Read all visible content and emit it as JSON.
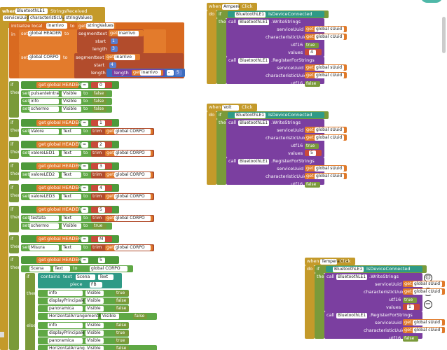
{
  "ev1": {
    "when": "when",
    "comp": "BluetoothLE1",
    "event": "StringsReceived",
    "p1": "serviceUuid",
    "p2": "characteristicUuid",
    "p3": "stringValues",
    "do": "do",
    "init": "initialize local",
    "var": "inarrivo",
    "to": "to",
    "get": "get",
    "getv": "stringValues",
    "in": "in",
    "set": "set",
    "hdr": "global HEADER",
    "segment": "segment",
    "text": "text",
    "start": "start",
    "length": "length",
    "one": "1",
    "three": "3",
    "corpo": "global CORPO",
    "four": "4",
    "lengthfn": "length",
    "minus": "-",
    "five": "5"
  },
  "ifs": {
    "if": "if",
    "then": "then",
    "else": "else",
    "eq": "=",
    "get": "get",
    "hdr": "global HEADER",
    "q": "\"",
    "s0": "0",
    "s1": "1",
    "s2": "2",
    "s3": "3",
    "s4": "4",
    "sM": "M",
    "s5": "5",
    "pulsante": "pulsanteIntra",
    "visible": "Visible",
    "to": "to",
    "false": "false",
    "true": "true",
    "info": "info",
    "schermo": "schermo",
    "valore": "Valore",
    "textp": "Text",
    "trim": "trim",
    "corpo": "global CORPO",
    "ve1": "valoreLED1",
    "ve2": "valoreLED2",
    "ve3": "valoreLED3",
    "testata": "testata",
    "misura": "Misura",
    "scena": "Scena",
    "contains": "contains",
    "textl": "text",
    "piece": "piece",
    "fb": "FB",
    "display": "displayPrincipale",
    "panoramica": "panoramica",
    "horiz": "HorizontalArrangement4",
    "horiz2": "HorizontalArrang..."
  },
  "ampere": {
    "when": "when",
    "comp": "Ampere",
    "ev": "Click",
    "do": "do",
    "if": "if",
    "ble": "BluetoothLE1",
    "conn": "IsDeviceConnected",
    "then": "then",
    "call": "call",
    "write": ".WriteStrings",
    "svc": "serviceUuid",
    "chr": "characteristicUuid",
    "utf": "utf16",
    "vals": "values",
    "get": "get",
    "gsu": "global sUuid",
    "gcu": "global cUuid",
    "true": "true",
    "val": "4",
    "reg": ".RegisterForStrings",
    "false": "false"
  },
  "volt": {
    "when": "when",
    "comp": "Volt",
    "ev": "Click",
    "do": "do",
    "if": "if",
    "ble": "BluetoothLE1",
    "conn": "IsDeviceConnected",
    "then": "then",
    "call": "call",
    "write": ".WriteStrings",
    "svc": "serviceUuid",
    "chr": "characteristicUuid",
    "utf": "utf16",
    "vals": "values",
    "get": "get",
    "gsu": "global sUuid",
    "gcu": "global cUuid",
    "true": "true",
    "val": "5",
    "reg": ".RegisterForStrings",
    "false": "false"
  },
  "temp": {
    "when": "when",
    "comp": "Temperatura",
    "ev": "Click",
    "do": "do",
    "if": "if",
    "ble": "BluetoothLE1",
    "conn": "IsDeviceConnected",
    "then": "then",
    "call": "call",
    "write": ".WriteStrings",
    "svc": "serviceUuid",
    "chr": "characteristicUuid",
    "utf": "utf16",
    "vals": "values",
    "get": "get",
    "gsu": "global sUuid",
    "gcu": "global cUuid",
    "true": "true",
    "val": "1",
    "reg": ".RegisterForStrings",
    "false": "false"
  },
  "zoom": {
    "reset": "⊙",
    "plus": "+",
    "minus": "−"
  }
}
